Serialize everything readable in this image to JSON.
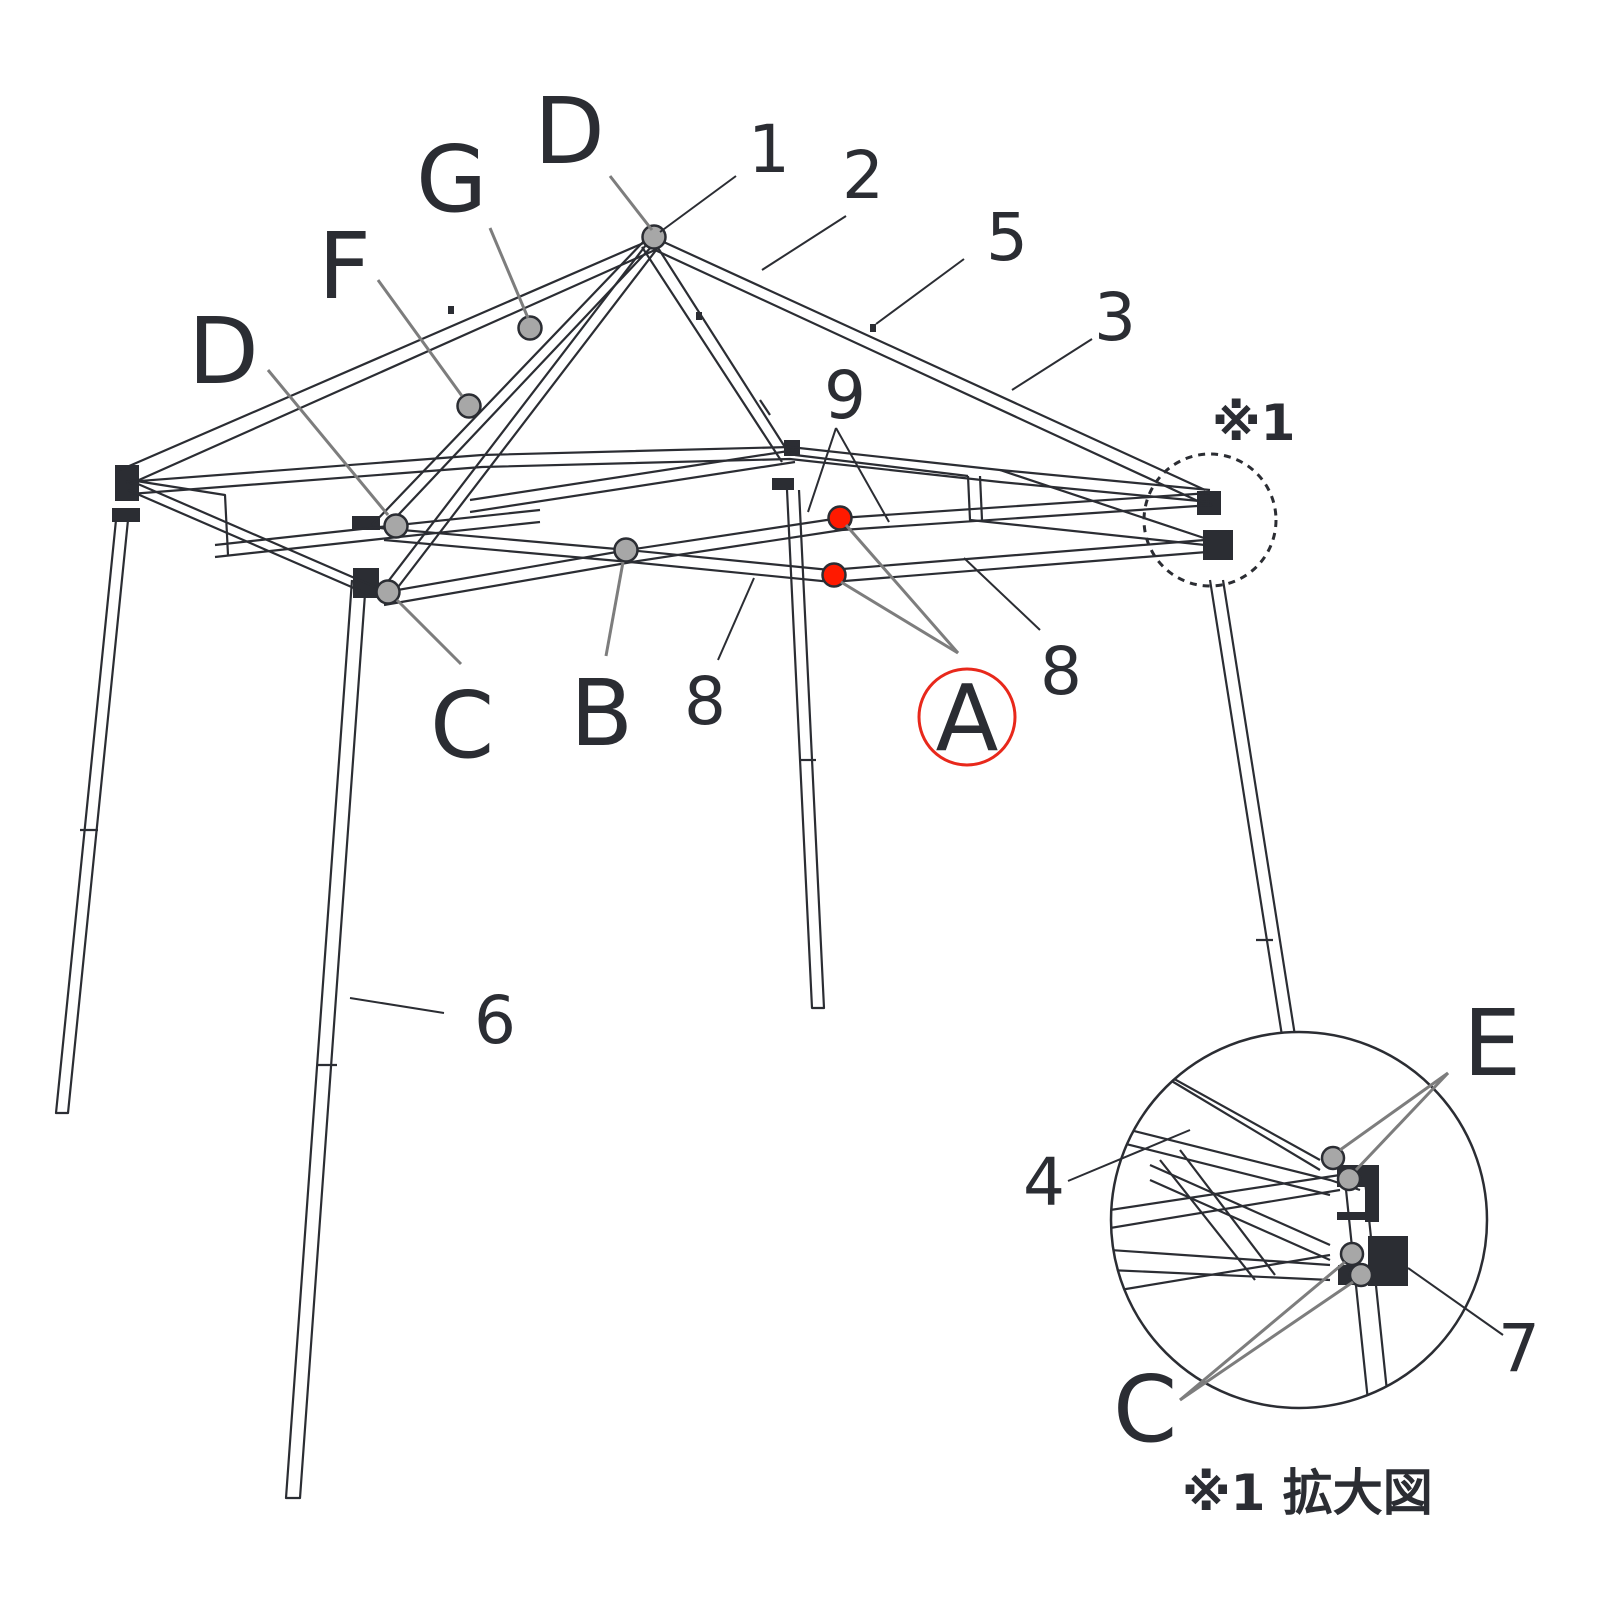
{
  "letters": {
    "d_top": "D",
    "g": "G",
    "f": "F",
    "d_left": "D",
    "c": "C",
    "b": "B",
    "a": "A",
    "e": "E",
    "c_zoom": "C"
  },
  "numbers": {
    "n1": "1",
    "n2": "2",
    "n5": "5",
    "n3": "3",
    "n9": "9",
    "n8_left": "8",
    "n8_right": "8",
    "n6": "6",
    "n4": "4",
    "n7": "7"
  },
  "reference_mark": "※1",
  "zoom_caption": "※1 拡大図",
  "colors": {
    "line": "#2b2d33",
    "joint_fill": "#a7a7a7",
    "highlight": "#ff1a00"
  }
}
